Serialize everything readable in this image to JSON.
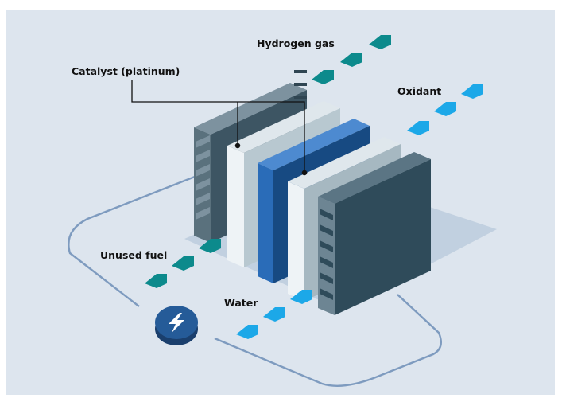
{
  "labels": {
    "hydrogen_gas": "Hydrogen gas",
    "catalyst": "Catalyst (platinum)",
    "oxidant": "Oxidant",
    "unused_fuel": "Unused fuel",
    "water": "Water"
  },
  "icons": {
    "power_source": "lightning-bolt-icon",
    "flow_arrow": "arrow-icon"
  },
  "colors": {
    "background": "#dde5ee",
    "hydrogen_arrow": "#0c8a8c",
    "oxidant_arrow": "#1ca8e8",
    "electrolyte": "#1f5a9e",
    "electrode": "#a7b9c2",
    "end_plate": "#304c5a"
  }
}
